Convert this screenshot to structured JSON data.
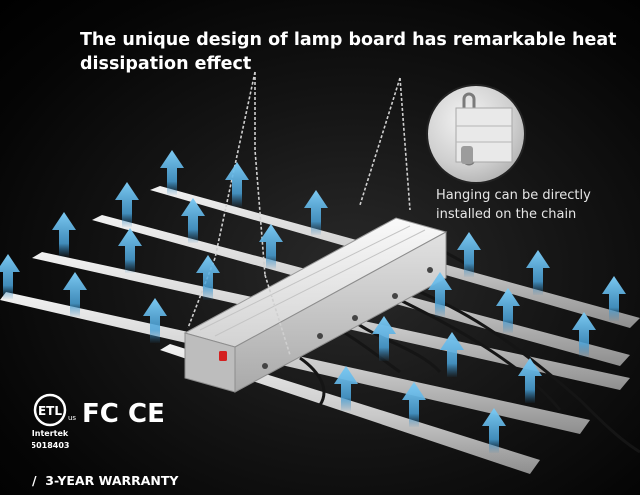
{
  "headline": {
    "line1": "The unique design of lamp board has remarkable heat",
    "line2": "dissipation effect"
  },
  "callout": {
    "line1": "Hanging can be directly",
    "line2": "installed on the chain"
  },
  "certifications": {
    "etl_label": "ETL",
    "us_mark": "us",
    "intertek_label": "Intertek",
    "intertek_number": "5018403",
    "fc_label": "FC",
    "ce_label": "CE"
  },
  "warranty": {
    "divider": "/",
    "text": "3-YEAR WARRANTY"
  },
  "icons": [
    "heat-arrow-icon",
    "chain-icon",
    "power-switch-icon"
  ],
  "colors": {
    "background": "#111111",
    "bar": "#d8d8d8",
    "arrow": "#5ab3e6",
    "text": "#ffffff"
  }
}
